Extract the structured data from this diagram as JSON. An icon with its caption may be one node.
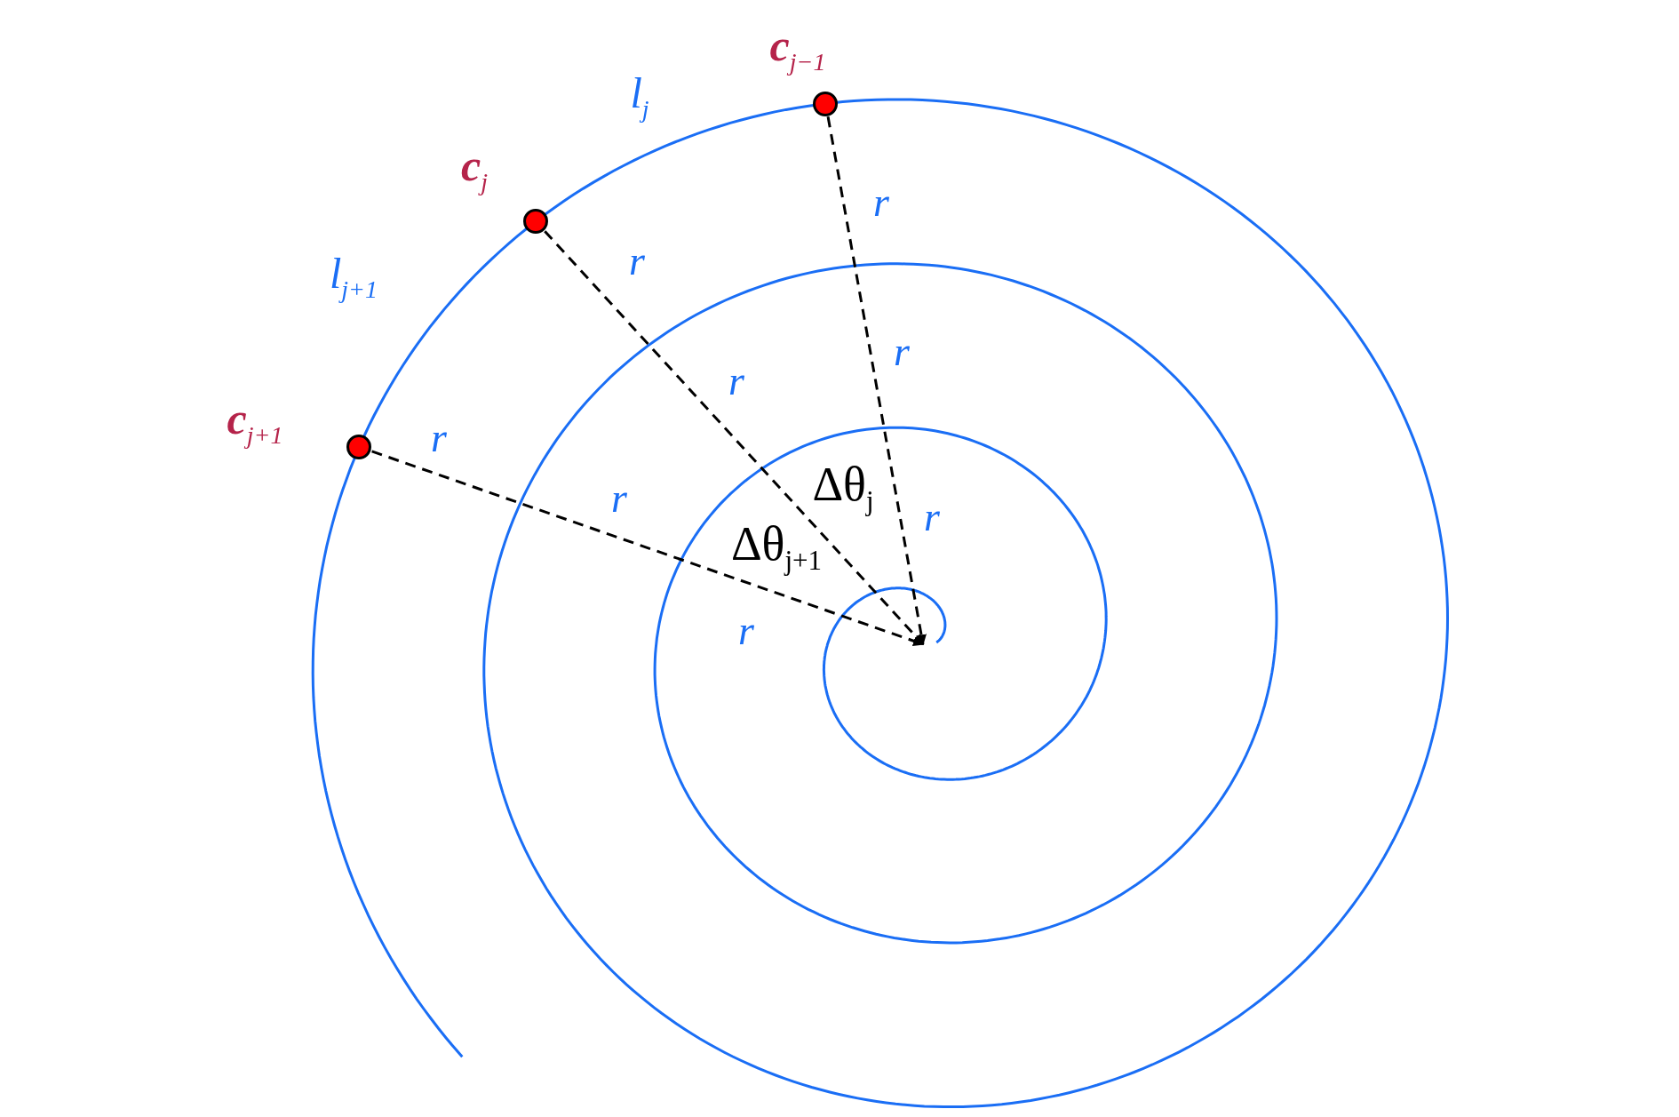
{
  "diagram": {
    "nodes": [
      {
        "text": [],
        "shape": "circle",
        "beside": [
          "c$_{j−1}$"
        ]
      },
      {
        "text": [],
        "shape": "circle",
        "beside": [
          "c$_{j}$"
        ]
      },
      {
        "text": [],
        "shape": "circle",
        "beside": [
          "c$_{j+1}$"
        ]
      }
    ],
    "edges": [
      {
        "from": 0,
        "to": null,
        "arrow": "to",
        "style": "dashed"
      },
      {
        "from": 1,
        "to": null,
        "arrow": "to",
        "style": "dashed"
      },
      {
        "from": 2,
        "to": null,
        "arrow": "to",
        "style": "dashed"
      }
    ],
    "labels": [
      "l$_{j}$",
      "r",
      "l$_{j+1}$",
      "r",
      "r",
      "r",
      "r",
      "Δθ$_{j}$",
      "r",
      "r",
      "Δθ$_{j+1}$",
      "r"
    ]
  }
}
